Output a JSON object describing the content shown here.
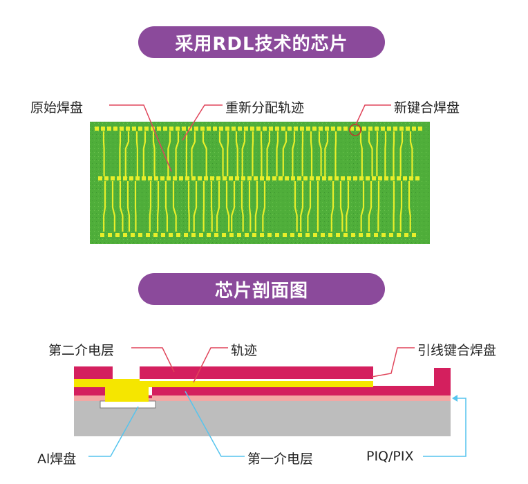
{
  "top": {
    "title": "采用RDL技术的芯片",
    "labels": {
      "original_pad": "原始焊盘",
      "redistribution_trace": "重新分配轨迹",
      "new_bond_pad": "新键合焊盘"
    }
  },
  "bottom": {
    "title": "芯片剖面图",
    "labels": {
      "second_dielectric": "第二介电层",
      "trace": "轨迹",
      "lead_bond_pad": "引线键合焊盘",
      "al_pad": "Al焊盘",
      "first_dielectric": "第一介电层",
      "piq_pix": "PIQ/PIX"
    }
  },
  "colors": {
    "pill": "#8b4a9b",
    "chip_green": "#4fae3a",
    "trace_yellow": "#e8ee2a",
    "leader_red": "#e0445a",
    "leader_blue": "#55c4ee",
    "layer_magenta": "#d41f5e",
    "layer_yellow": "#f5e600",
    "layer_pink": "#f3a7a4",
    "substrate_gray": "#bdbdbd"
  }
}
